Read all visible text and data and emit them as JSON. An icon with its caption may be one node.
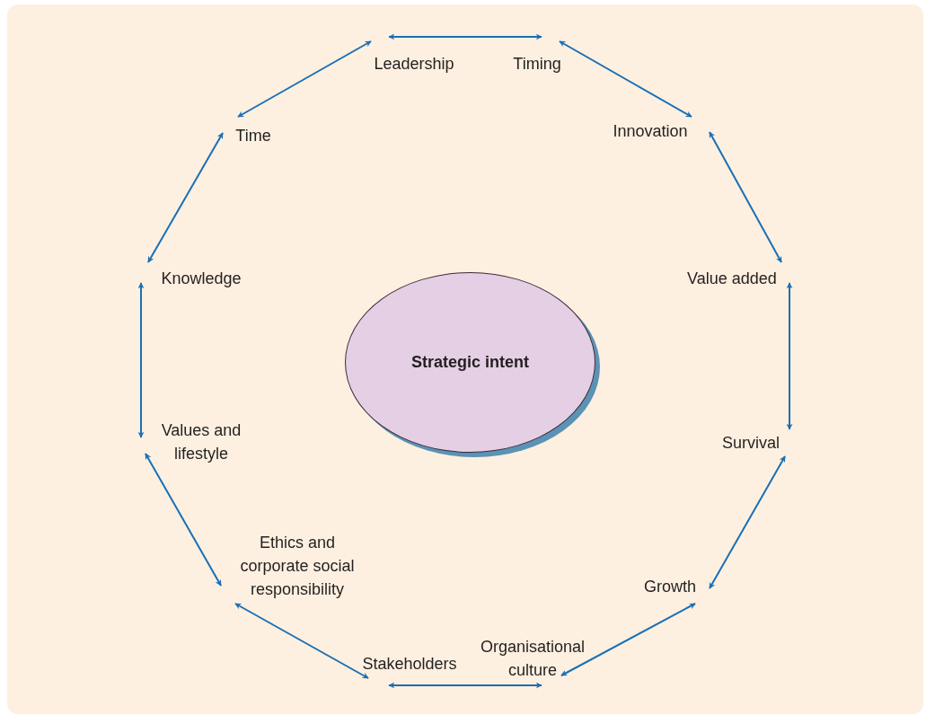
{
  "diagram": {
    "nodes": [
      {
        "text": [
          "Strategic intent"
        ]
      },
      {
        "text": [
          "Leadership"
        ]
      },
      {
        "text": [
          "Timing"
        ]
      },
      {
        "text": [
          "Innovation"
        ]
      },
      {
        "text": [
          "Value added"
        ]
      },
      {
        "text": [
          "Survival"
        ]
      },
      {
        "text": [
          "Growth"
        ]
      },
      {
        "text": [
          "Organisational culture"
        ]
      },
      {
        "text": [
          "Stakeholders"
        ]
      },
      {
        "text": [
          "Ethics and corporate social responsibility"
        ]
      },
      {
        "text": [
          "Values and lifestyle"
        ]
      },
      {
        "text": [
          "Knowledge"
        ]
      },
      {
        "text": [
          "Time"
        ]
      }
    ],
    "edges": [
      {
        "from": 1,
        "to": 2,
        "arrow": "both"
      },
      {
        "from": 2,
        "to": 3,
        "arrow": "both"
      },
      {
        "from": 3,
        "to": 4,
        "arrow": "both"
      },
      {
        "from": 4,
        "to": 5,
        "arrow": "both"
      },
      {
        "from": 5,
        "to": 6,
        "arrow": "both"
      },
      {
        "from": 6,
        "to": 7,
        "arrow": "both"
      },
      {
        "from": 7,
        "to": 8,
        "arrow": "both"
      },
      {
        "from": 8,
        "to": 9,
        "arrow": "both"
      },
      {
        "from": 9,
        "to": 10,
        "arrow": "both"
      },
      {
        "from": 10,
        "to": 11,
        "arrow": "both"
      },
      {
        "from": 11,
        "to": 12,
        "arrow": "both"
      },
      {
        "from": 12,
        "to": 1,
        "arrow": "both"
      }
    ]
  }
}
